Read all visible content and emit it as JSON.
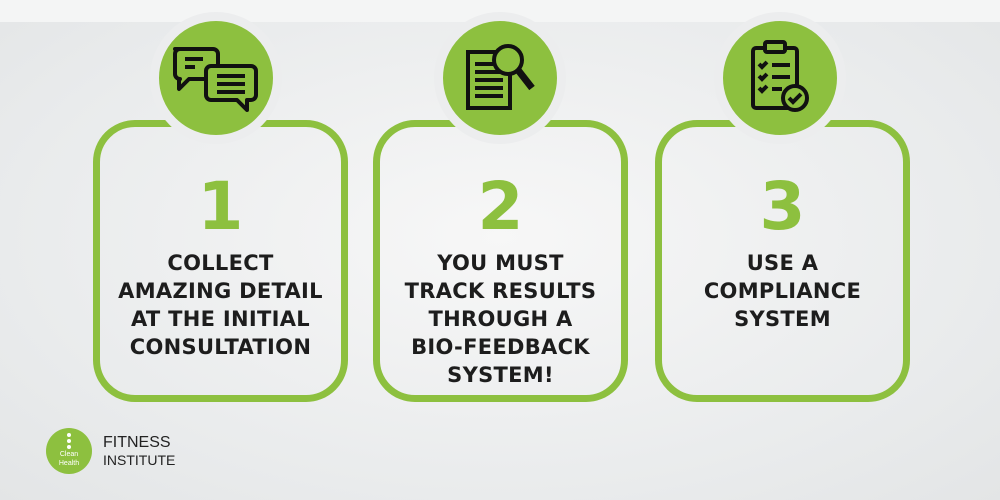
{
  "steps": [
    {
      "number": "1",
      "icon": "chat-bubbles-icon",
      "lines": [
        "Collect",
        "amazing detail",
        "at the initial",
        "consultation"
      ]
    },
    {
      "number": "2",
      "icon": "document-search-icon",
      "lines": [
        "You must",
        "track results",
        "through a",
        "bio-feedback",
        "system!"
      ]
    },
    {
      "number": "3",
      "icon": "clipboard-check-icon",
      "lines": [
        "Use a",
        "compliance",
        "system"
      ]
    }
  ],
  "logo": {
    "line1": "Clean",
    "line2": "Health",
    "brand_line1": "FITNESS",
    "brand_line2": "INSTITUTE"
  },
  "colors": {
    "accent": "#8dc03f",
    "text": "#1d1d1d"
  }
}
